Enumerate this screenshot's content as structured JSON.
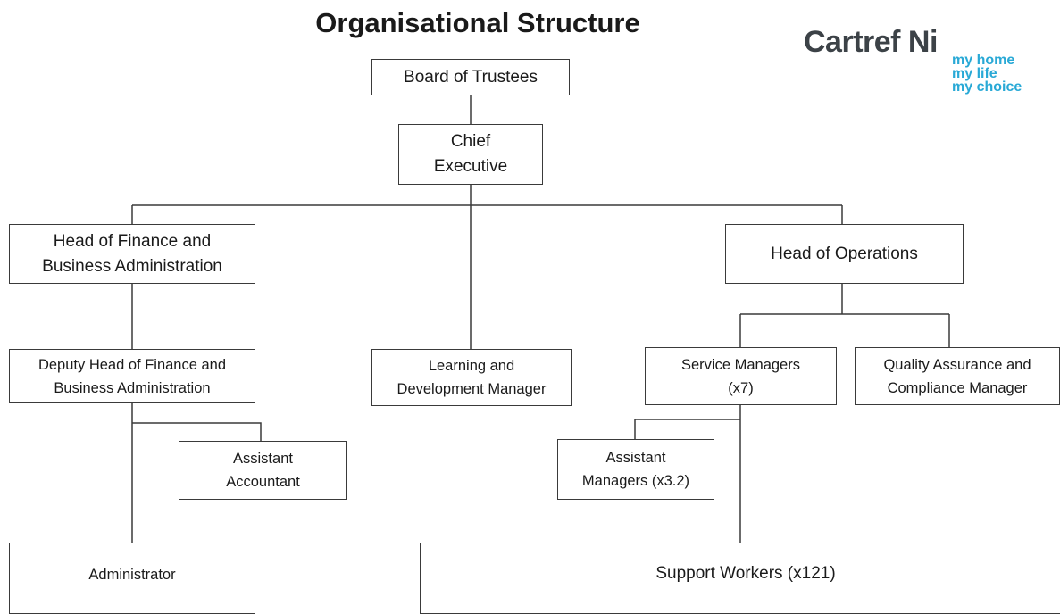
{
  "title": "Organisational Structure",
  "logo": {
    "name": "Cartref Ni",
    "tagline": [
      "my home",
      "my life",
      "my choice"
    ],
    "colors": {
      "name": "#3c4247",
      "tagline": "#29a9d6"
    }
  },
  "roles": {
    "board": "Board of Trustees",
    "ceo": "Chief\nExecutive",
    "finance_head": "Head of Finance and\nBusiness Administration",
    "operations_head": "Head of Operations",
    "finance_deputy": "Deputy Head of Finance and\nBusiness Administration",
    "learning": "Learning and\nDevelopment  Manager",
    "service_managers": "Service Managers\n(x7)",
    "quality": "Quality Assurance and\nCompliance Manager",
    "assistant_accountant": "Assistant\nAccountant",
    "assistant_managers": "Assistant\nManagers (x3.2)",
    "administrator": "Administrator",
    "support_workers": "Support Workers (x121)"
  }
}
